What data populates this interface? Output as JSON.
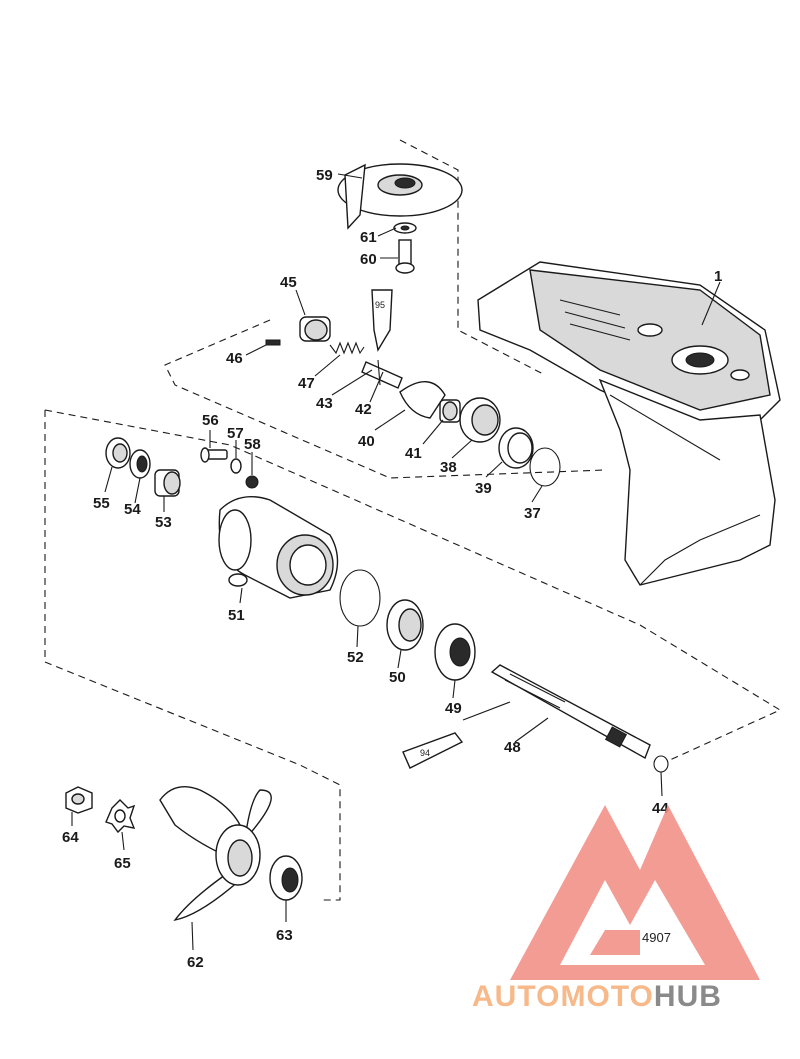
{
  "labels": [
    {
      "id": "1",
      "text": "1"
    },
    {
      "id": "37",
      "text": "37"
    },
    {
      "id": "38",
      "text": "38"
    },
    {
      "id": "39",
      "text": "39"
    },
    {
      "id": "40",
      "text": "40"
    },
    {
      "id": "41",
      "text": "41"
    },
    {
      "id": "42",
      "text": "42"
    },
    {
      "id": "43",
      "text": "43"
    },
    {
      "id": "44",
      "text": "44"
    },
    {
      "id": "45",
      "text": "45"
    },
    {
      "id": "46",
      "text": "46"
    },
    {
      "id": "47",
      "text": "47"
    },
    {
      "id": "48",
      "text": "48"
    },
    {
      "id": "49",
      "text": "49"
    },
    {
      "id": "50",
      "text": "50"
    },
    {
      "id": "51",
      "text": "51"
    },
    {
      "id": "52",
      "text": "52"
    },
    {
      "id": "53",
      "text": "53"
    },
    {
      "id": "54",
      "text": "54"
    },
    {
      "id": "55",
      "text": "55"
    },
    {
      "id": "56",
      "text": "56"
    },
    {
      "id": "57",
      "text": "57"
    },
    {
      "id": "58",
      "text": "58"
    },
    {
      "id": "59",
      "text": "59"
    },
    {
      "id": "60",
      "text": "60"
    },
    {
      "id": "61",
      "text": "61"
    },
    {
      "id": "62",
      "text": "62"
    },
    {
      "id": "63",
      "text": "63"
    },
    {
      "id": "64",
      "text": "64"
    },
    {
      "id": "65",
      "text": "65"
    }
  ],
  "tubes": {
    "a": "95",
    "b": "94"
  },
  "figure_number": "4907",
  "watermark": {
    "part1": "AUTOMOTO",
    "part2": "HUB",
    "color_logo": "#f28b82",
    "color_text1": "#f7b98a",
    "color_text2": "#8a8a8a"
  }
}
